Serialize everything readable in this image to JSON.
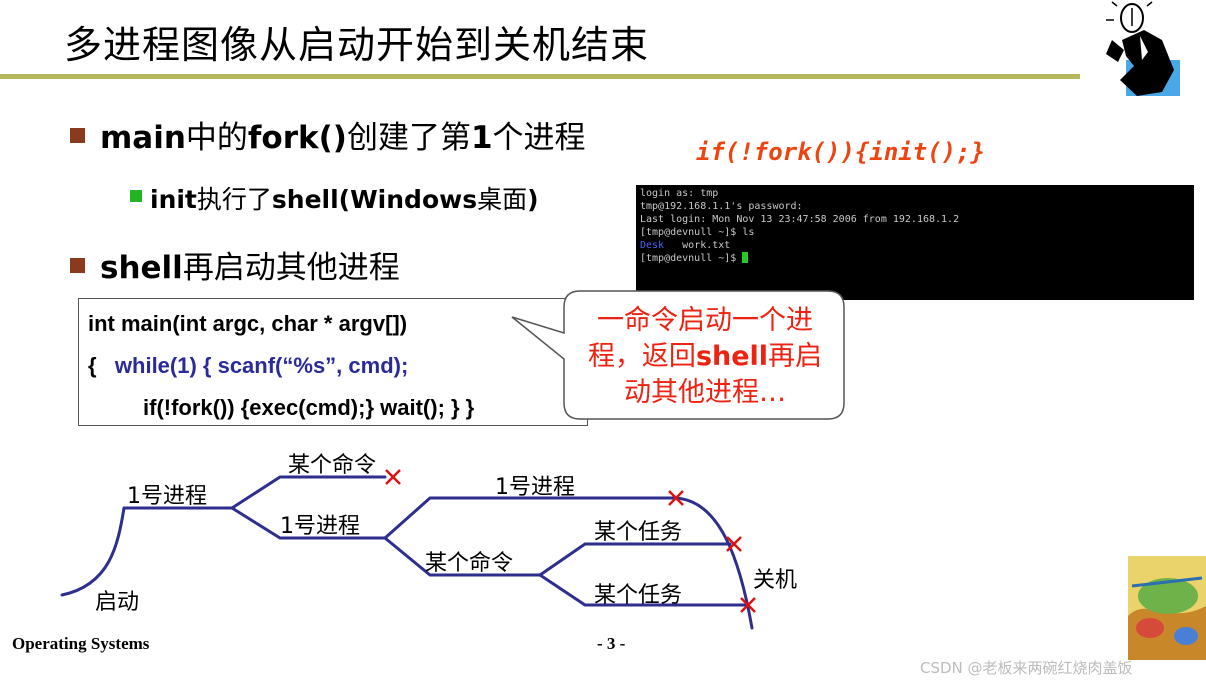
{
  "title": "多进程图像从启动开始到关机结束",
  "bullets": {
    "b1_bold1": "main",
    "b1_text1": "中的",
    "b1_bold2": "fork()",
    "b1_text2": "创建了第",
    "b1_bold3": "1",
    "b1_text3": "个进程",
    "b2_bold1": "init",
    "b2_text1": "执行了",
    "b2_bold2": "shell(Windows",
    "b2_text2": "桌面",
    "b2_bold3": ")",
    "b3_bold1": "shell",
    "b3_text1": "再启动其他进程"
  },
  "code_top": "if(!fork()){init();}",
  "terminal": {
    "l1": "login as: tmp",
    "l2": "tmp@192.168.1.1's password:",
    "l3": "Last login: Mon Nov 13 23:47:58 2006 from 192.168.1.2",
    "l4": "[tmp@devnull ~]$ ls",
    "l5_blue": "Desk",
    "l5": "   work.txt",
    "l6": "[tmp@devnull ~]$ "
  },
  "code_box": {
    "line1": "int main(int argc, char * argv[])",
    "line2_a": "{",
    "line2_b": "while(1)  { scanf(“%s”, cmd);",
    "line3": "if(!fork()) {exec(cmd);} wait(); }  }"
  },
  "callout": {
    "line1": "一命令启动一个进",
    "line2_a": "程，返回",
    "line2_b": "shell",
    "line2_c": "再启",
    "line3": "动其他进程…"
  },
  "diagram": {
    "start": "启动",
    "proc1_a": "1号进程",
    "cmd_a": "某个命令",
    "proc1_b": "1号进程",
    "proc1_c": "1号进程",
    "cmd_b": "某个命令",
    "task_a": "某个任务",
    "task_b": "某个任务",
    "shutdown": "关机"
  },
  "footer": {
    "left": "Operating Systems",
    "page": "- 3 -"
  },
  "watermark": "CSDN @老板来两碗红烧肉盖饭",
  "colors": {
    "rule": "#b5b85a",
    "bullet": "#8a3b1d",
    "sub_bullet": "#22b422",
    "accent_red": "#ee2211",
    "diagram_line": "#2e2e8e",
    "cross": "#dd1111"
  },
  "icons": {
    "top_logo": "thinking-man-lightbulb-icon",
    "book_cover": "operating-system-concepts-book-icon"
  }
}
